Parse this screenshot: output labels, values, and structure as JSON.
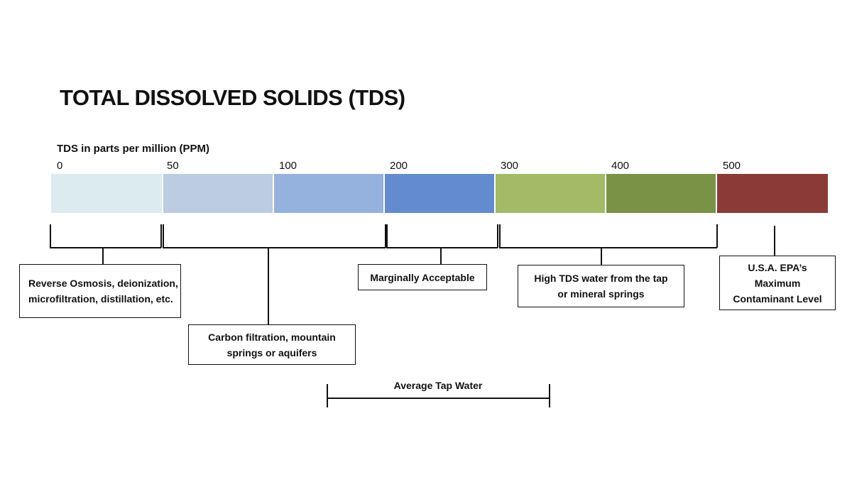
{
  "title": "TOTAL DISSOLVED SOLIDS (TDS)",
  "axis_label": "TDS in parts per million (PPM)",
  "ticks": [
    "0",
    "50",
    "100",
    "200",
    "300",
    "400",
    "500"
  ],
  "segments": [
    {
      "from": "0",
      "to": "50",
      "color": "#DCEBF0"
    },
    {
      "from": "50",
      "to": "100",
      "color": "#BBCCE3"
    },
    {
      "from": "100",
      "to": "200",
      "color": "#95B2DE"
    },
    {
      "from": "200",
      "to": "300",
      "color": "#628CCF"
    },
    {
      "from": "300",
      "to": "400",
      "color": "#A3BA67"
    },
    {
      "from": "400",
      "to": "500",
      "color": "#7A9246"
    },
    {
      "from": "500",
      "to": "",
      "color": "#8A3B38"
    }
  ],
  "annotations": [
    {
      "range": "0-50",
      "text": "Reverse Osmosis, deionization, microfiltration, distillation, etc."
    },
    {
      "range": "50-200",
      "text": "Carbon filtration, mountain springs or aquifers"
    },
    {
      "range": "200-300",
      "text": "Marginally Acceptable"
    },
    {
      "range": "300-500",
      "text": "High TDS water from the tap or mineral springs"
    },
    {
      "range": "500",
      "text": "U.S.A. EPA’s Maximum Contaminant Level"
    }
  ],
  "average_tap_water": {
    "label": "Average Tap Water",
    "range": "~140-340"
  }
}
